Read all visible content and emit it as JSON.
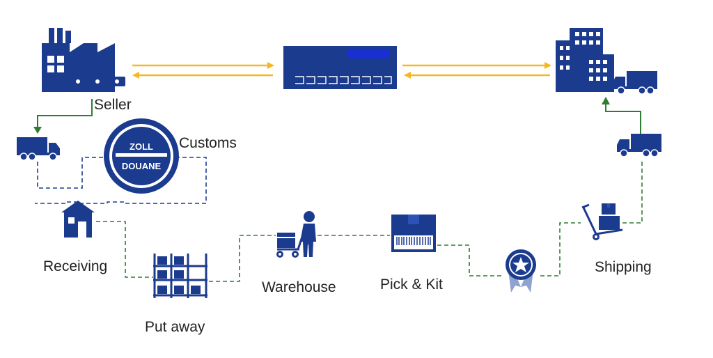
{
  "labels": {
    "seller": "Seller",
    "customs": "Customs",
    "receiving": "Receiving",
    "put_away": "Put away",
    "warehouse": "Warehouse",
    "pick_kit": "Pick & Kit",
    "shipping": "Shipping"
  },
  "customs_seal": {
    "top": "ZOLL",
    "bottom": "DOUANE"
  },
  "colors": {
    "navy": "#1b3b8f",
    "orange": "#f5b820",
    "green_arrow": "#2e7d32",
    "dashed_blue": "#1b3b8f",
    "dashed_green": "#2e7d32",
    "award_light": "#8fa3cf"
  },
  "icons": [
    "factory-icon",
    "server-icon",
    "buildings-icon",
    "truck-icon",
    "customs-seal-icon",
    "house-icon",
    "shelf-icon",
    "worker-icon",
    "package-icon",
    "award-icon",
    "hand-truck-icon"
  ]
}
